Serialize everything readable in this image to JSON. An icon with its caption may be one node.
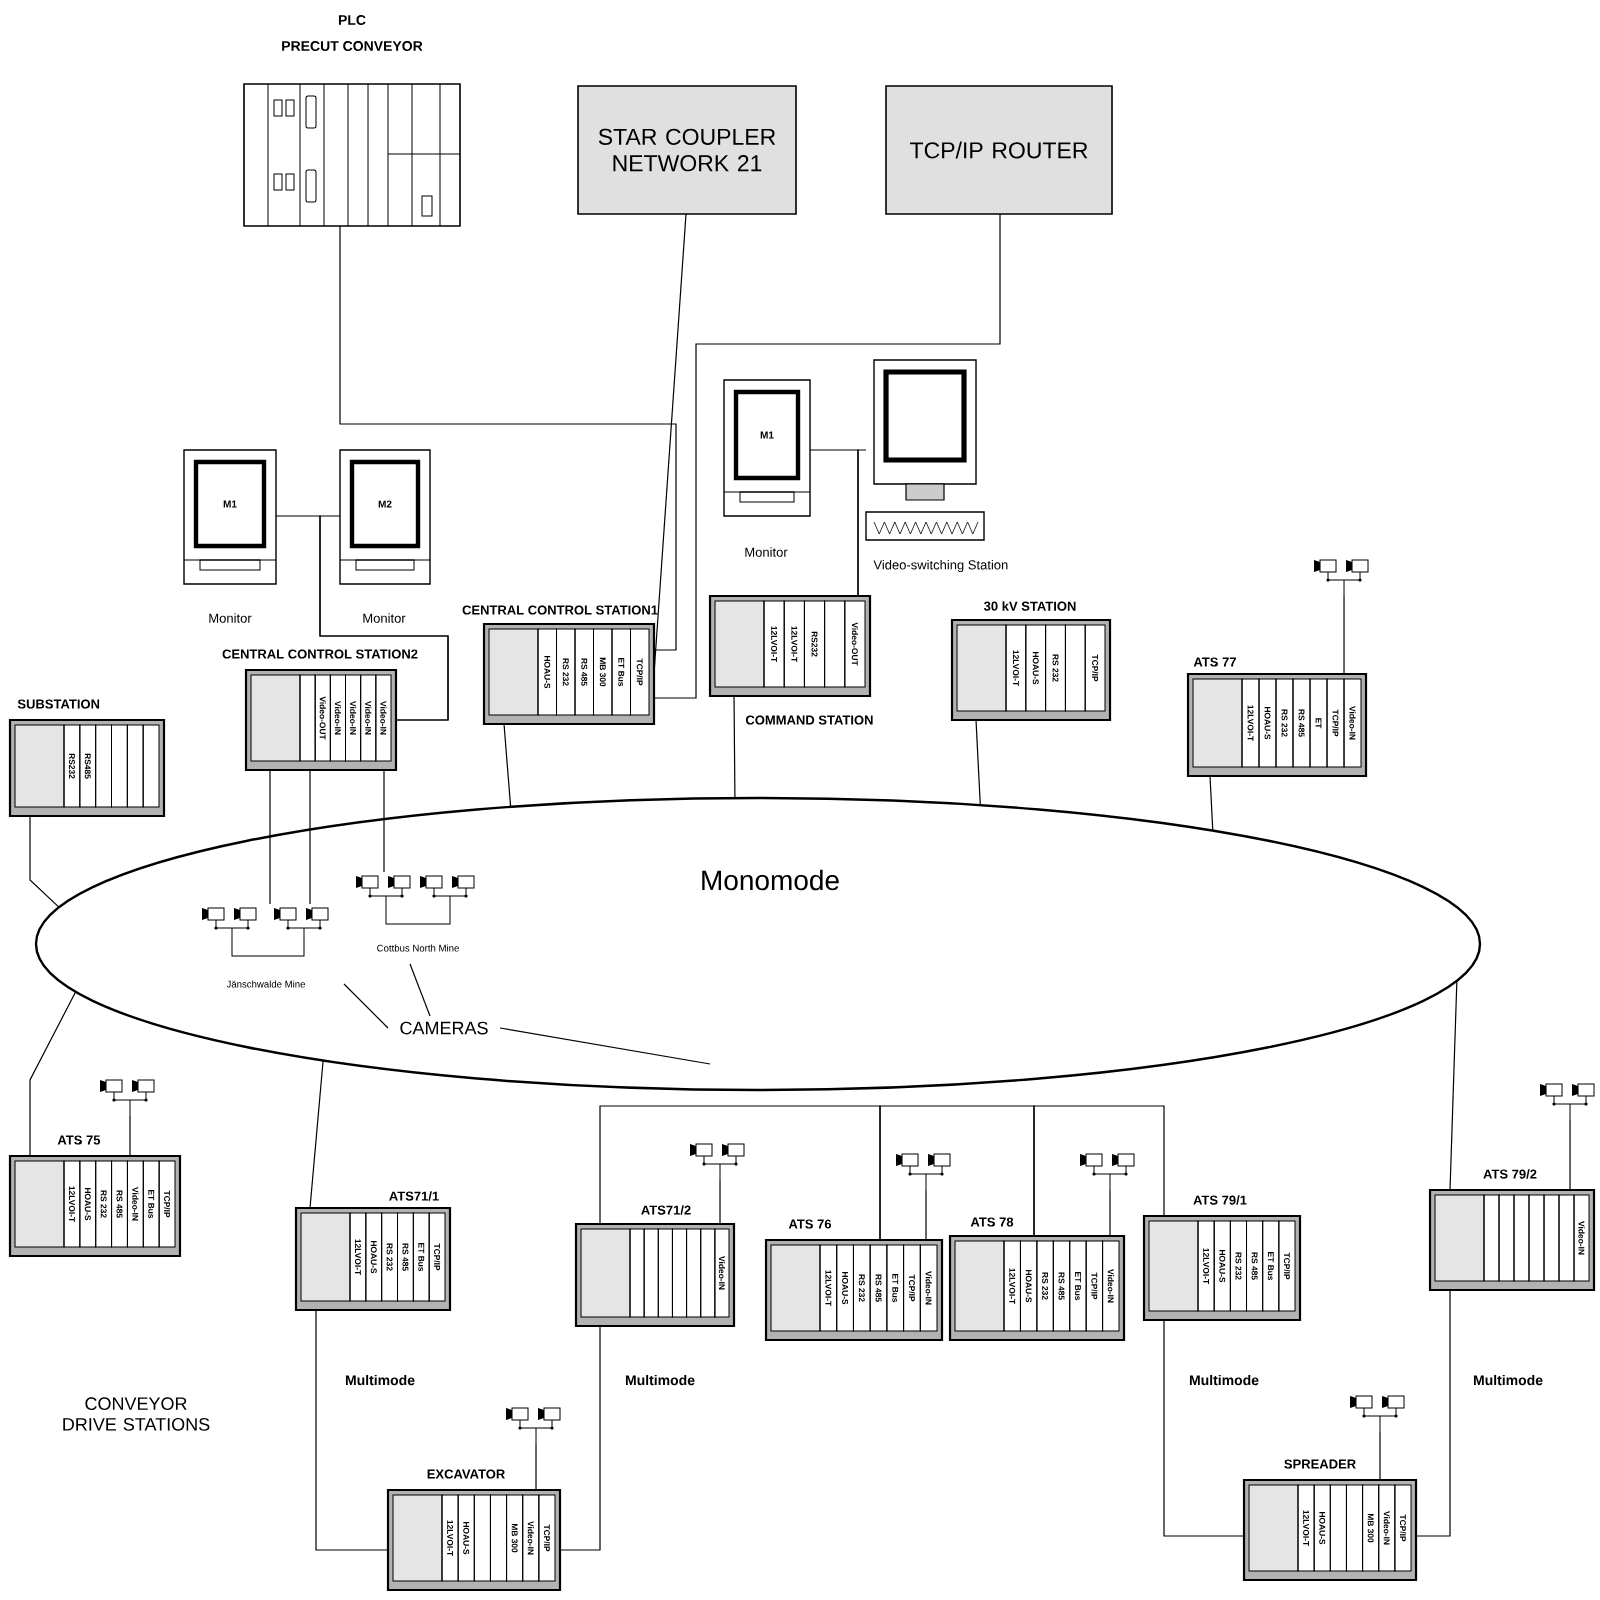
{
  "diagram": {
    "nodes": [
      {
        "text": [
          "PLC",
          "PRECUT CONVEYOR"
        ]
      },
      {
        "text": [
          "STAR COUPLER NETWORK 21"
        ]
      },
      {
        "text": [
          "TCP/IP ROUTER"
        ]
      },
      {
        "text": [
          "M1"
        ],
        "beside": [
          "Monitor"
        ]
      },
      {
        "text": [
          "M2"
        ],
        "beside": [
          "Monitor"
        ]
      },
      {
        "text": [
          "CENTRAL CONTROL STATION2",
          "Video-OUT",
          "Video-IN",
          "Video-IN",
          "Video-IN",
          "Video-IN"
        ]
      },
      {
        "text": [
          "CENTRAL CONTROL STATION1",
          "HOAU-S",
          "RS 232",
          "RS 485",
          "MB 300",
          "ET Bus",
          "TCP/IP"
        ]
      },
      {
        "text": [
          "M1"
        ],
        "beside": [
          "Monitor"
        ]
      },
      {
        "text": [],
        "shape": "picture",
        "beside": [
          "Video-switching Station"
        ]
      },
      {
        "text": [
          "COMMAND STATION",
          "12LVOI-T",
          "12LVOI-T",
          "RS232",
          "Video-OUT"
        ]
      },
      {
        "text": [
          "30 kV STATION",
          "12LVOI-T",
          "HOAU-S",
          "RS 232",
          "TCP/IP"
        ]
      },
      {
        "text": [
          "ATS 77",
          "12LVOI-T",
          "HOAU-S",
          "RS 232",
          "RS 485",
          "ET",
          "TCP/IP",
          "Video-IN"
        ]
      },
      {
        "text": [
          "SUBSTATION",
          "RS232",
          "RS485"
        ]
      },
      {
        "text": [
          "Monomode"
        ]
      },
      {
        "text": [],
        "shape": "picture",
        "beside": [
          "Jänschwalde Mine"
        ],
        "in": 13
      },
      {
        "text": [],
        "shape": "picture",
        "beside": [
          "Cottbus North Mine"
        ],
        "in": 13
      },
      {
        "text": [
          "CAMERAS"
        ],
        "in": 13
      },
      {
        "text": [
          "ATS 75",
          "12LVOI-T",
          "HOAU-S",
          "RS 232",
          "RS 485",
          "Video-IN",
          "ET Bus",
          "TCP/IP"
        ]
      },
      {
        "text": [
          "ATS71/1",
          "12LVOI-T",
          "HOAU-S",
          "RS 232",
          "RS 485",
          "ET Bus",
          "TCP/IP"
        ]
      },
      {
        "text": [
          "ATS71/2",
          "Video-IN"
        ]
      },
      {
        "text": [
          "ATS 76",
          "12LVOI-T",
          "HOAU-S",
          "RS 232",
          "RS 485",
          "ET Bus",
          "TCP/IP",
          "Video-IN"
        ]
      },
      {
        "text": [
          "ATS 78",
          "12LVOI-T",
          "HOAU-S",
          "RS 232",
          "RS 485",
          "ET Bus",
          "TCP/IP",
          "Video-IN"
        ]
      },
      {
        "text": [
          "ATS 79/1",
          "12LVOI-T",
          "HOAU-S",
          "RS 232",
          "RS 485",
          "ET Bus",
          "TCP/IP"
        ]
      },
      {
        "text": [
          "ATS 79/2",
          "Video-IN"
        ]
      },
      {
        "text": [
          "EXCAVATOR",
          "12LVOI-T",
          "HOAU-S",
          "MB 300",
          "Video-IN",
          "TCP/IP"
        ]
      },
      {
        "text": [
          "SPREADER",
          "12LVOI-T",
          "HOAU-S",
          "MB 300",
          "Video-IN",
          "TCP/IP"
        ]
      },
      {
        "text": [],
        "shape": "picture"
      },
      {
        "text": [],
        "shape": "picture"
      },
      {
        "text": [],
        "shape": "picture"
      },
      {
        "text": [],
        "shape": "picture"
      },
      {
        "text": [],
        "shape": "picture"
      },
      {
        "text": [],
        "shape": "picture"
      },
      {
        "text": [],
        "shape": "picture"
      },
      {
        "text": [],
        "shape": "picture"
      }
    ],
    "edges": [
      {
        "from": 0,
        "to": 6,
        "arrow": "none"
      },
      {
        "from": 1,
        "to": 6,
        "arrow": "none"
      },
      {
        "from": 2,
        "to": 6,
        "arrow": "none"
      },
      {
        "from": 3,
        "to": 5,
        "arrow": "none"
      },
      {
        "from": 4,
        "to": 5,
        "arrow": "none"
      },
      {
        "from": 7,
        "to": 9,
        "arrow": "none"
      },
      {
        "from": 8,
        "to": 9,
        "arrow": "none"
      },
      {
        "from": 6,
        "to": 13,
        "arrow": "none"
      },
      {
        "from": 9,
        "to": 13,
        "arrow": "none"
      },
      {
        "from": 10,
        "to": 13,
        "arrow": "none"
      },
      {
        "from": 11,
        "to": 13,
        "arrow": "none"
      },
      {
        "from": 12,
        "to": 13,
        "arrow": "none"
      },
      {
        "from": 17,
        "to": 13,
        "arrow": "none"
      },
      {
        "from": 5,
        "to": 14,
        "arrow": "none"
      },
      {
        "from": 5,
        "to": 15,
        "arrow": "none"
      },
      {
        "from": 5,
        "to": 14,
        "arrow": "none"
      },
      {
        "from": 16,
        "to": 14,
        "arrow": "none"
      },
      {
        "from": 16,
        "to": 15,
        "arrow": "none"
      },
      {
        "from": 16,
        "to": null,
        "arrow": "none"
      },
      {
        "from": 18,
        "to": 13,
        "arrow": "none"
      },
      {
        "from": 23,
        "to": 13,
        "arrow": "none"
      },
      {
        "from": 19,
        "to": 20,
        "arrow": "none"
      },
      {
        "from": 20,
        "to": 21,
        "arrow": "none"
      },
      {
        "from": 21,
        "to": 22,
        "arrow": "none"
      },
      {
        "from": 18,
        "to": 24,
        "arrow": "none",
        "label": "Multimode"
      },
      {
        "from": 19,
        "to": 24,
        "arrow": "none",
        "label": "Multimode"
      },
      {
        "from": 22,
        "to": 25,
        "arrow": "none",
        "label": "Multimode"
      },
      {
        "from": 23,
        "to": 25,
        "arrow": "none",
        "label": "Multimode"
      },
      {
        "from": 26,
        "to": 11,
        "arrow": "none"
      },
      {
        "from": 27,
        "to": 17,
        "arrow": "none"
      },
      {
        "from": 28,
        "to": 19,
        "arrow": "none"
      },
      {
        "from": 29,
        "to": 20,
        "arrow": "none"
      },
      {
        "from": 30,
        "to": 21,
        "arrow": "none"
      },
      {
        "from": 31,
        "to": 23,
        "arrow": "none"
      },
      {
        "from": 32,
        "to": 24,
        "arrow": "none"
      },
      {
        "from": 33,
        "to": 25,
        "arrow": "none"
      }
    ],
    "labels": [
      "CONVEYOR DRIVE STATIONS"
    ]
  }
}
